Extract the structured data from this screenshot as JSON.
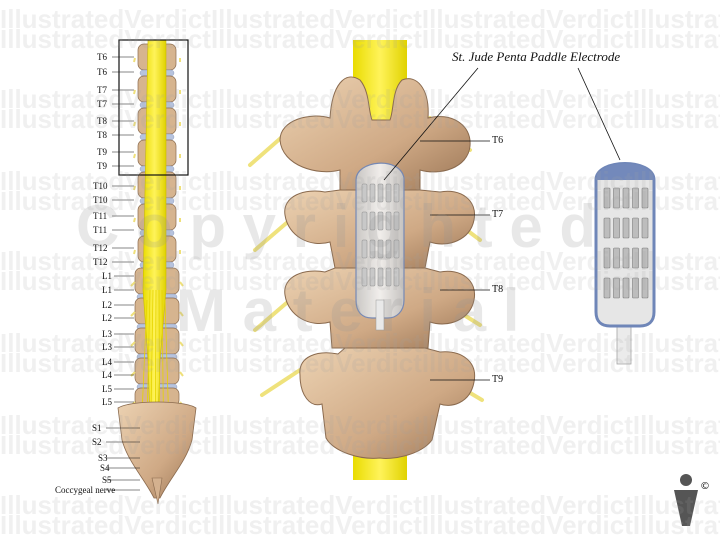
{
  "title": "St. Jude Penta Paddle Electrode",
  "spine_labels": [
    {
      "id": "t6a",
      "text": "T6"
    },
    {
      "id": "t6b",
      "text": "T6"
    },
    {
      "id": "t7a",
      "text": "T7"
    },
    {
      "id": "t7b",
      "text": "T7"
    },
    {
      "id": "t8a",
      "text": "T8"
    },
    {
      "id": "t8b",
      "text": "T8"
    },
    {
      "id": "t9a",
      "text": "T9"
    },
    {
      "id": "t9b",
      "text": "T9"
    },
    {
      "id": "t10a",
      "text": "T10"
    },
    {
      "id": "t10b",
      "text": "T10"
    },
    {
      "id": "t11a",
      "text": "T11"
    },
    {
      "id": "t11b",
      "text": "T11"
    },
    {
      "id": "t12a",
      "text": "T12"
    },
    {
      "id": "t12b",
      "text": "T12"
    },
    {
      "id": "l1a",
      "text": "L1"
    },
    {
      "id": "l1b",
      "text": "L1"
    },
    {
      "id": "l2a",
      "text": "L2"
    },
    {
      "id": "l2b",
      "text": "L2"
    },
    {
      "id": "l3a",
      "text": "L3"
    },
    {
      "id": "l3b",
      "text": "L3"
    },
    {
      "id": "l4a",
      "text": "L4"
    },
    {
      "id": "l4b",
      "text": "L4"
    },
    {
      "id": "l5a",
      "text": "L5"
    },
    {
      "id": "l5b",
      "text": "L5"
    },
    {
      "id": "s1",
      "text": "S1"
    },
    {
      "id": "s2",
      "text": "S2"
    },
    {
      "id": "s3",
      "text": "S3"
    },
    {
      "id": "s4",
      "text": "S4"
    },
    {
      "id": "s5",
      "text": "S5"
    },
    {
      "id": "coccygeal",
      "text": "Coccygeal nerve"
    }
  ],
  "detail_labels": [
    {
      "id": "d-t6",
      "text": "T6"
    },
    {
      "id": "d-t7",
      "text": "T7"
    },
    {
      "id": "d-t8",
      "text": "T8"
    },
    {
      "id": "d-t9",
      "text": "T9"
    }
  ],
  "watermark": {
    "repeat_text": "IllustratedVerdictIllustratedVerdictIllustratedVerdictIllustratedVerdict",
    "big_line1": "C o p y r i g h t e d",
    "big_line2": "M a t e r i a l"
  },
  "copyright_symbol": "©",
  "colors": {
    "cord": "#f2e600",
    "nerve": "#f0e07a",
    "bone": "#d9b894",
    "bone_dark": "#a98463",
    "disc": "#b8c4de",
    "electrode_frame": "#6f86b8",
    "electrode_body": "#e4e4e4"
  },
  "icons": {
    "logo": "illustrated-verdict-logo"
  }
}
